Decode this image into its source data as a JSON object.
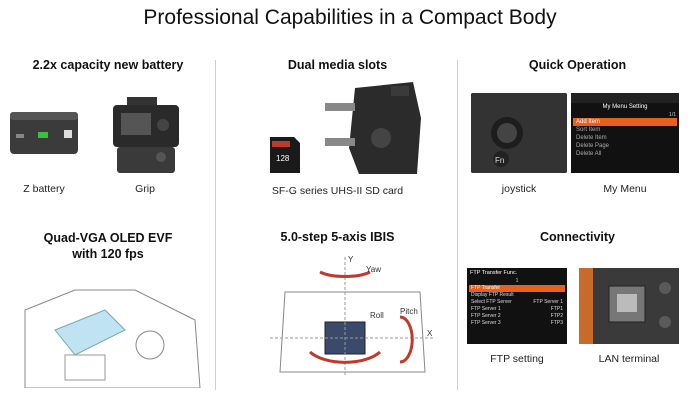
{
  "title": "Professional Capabilities in a Compact Body",
  "sections": {
    "battery": {
      "heading": "2.2x capacity new battery",
      "cap_battery": "Z battery",
      "cap_grip": "Grip"
    },
    "dual": {
      "heading": "Dual media slots",
      "cap": "SF-G series UHS-II SD card",
      "card_label": "128"
    },
    "quick": {
      "heading": "Quick Operation",
      "cap_joystick": "joystick",
      "cap_menu": "My Menu",
      "fn_label": "Fn"
    },
    "evf": {
      "heading": "Quad-VGA OLED EVF\nwith 120 fps"
    },
    "ibis": {
      "heading": "5.0-step 5-axis IBIS",
      "yaw": "Yaw",
      "pitch": "Pitch",
      "roll": "Roll",
      "x": "X",
      "y": "Y"
    },
    "connectivity": {
      "heading": "Connectivity",
      "cap_ftp": "FTP setting",
      "cap_lan": "LAN terminal"
    }
  },
  "my_menu": {
    "header": "My Menu Setting",
    "page": "1/1",
    "items": [
      "Add Item",
      "Sort Item",
      "Delete Item",
      "Delete Page",
      "Delete All"
    ]
  },
  "ftp_screen": {
    "header": "FTP Transfer Func.",
    "page": "1",
    "rows": [
      {
        "label": "FTP Transfer",
        "value": ""
      },
      {
        "label": "Display FTP Result",
        "value": ""
      },
      {
        "label": "Select FTP Server",
        "value": "FTP Server 1"
      },
      {
        "label": "FTP Server 1",
        "value": "FTP1"
      },
      {
        "label": "FTP Server 2",
        "value": "FTP2"
      },
      {
        "label": "FTP Server 3",
        "value": "FTP3"
      }
    ]
  },
  "colors": {
    "accent_orange": "#e8601c",
    "ibis_red": "#c0392b",
    "menu_bg": "#111111"
  }
}
